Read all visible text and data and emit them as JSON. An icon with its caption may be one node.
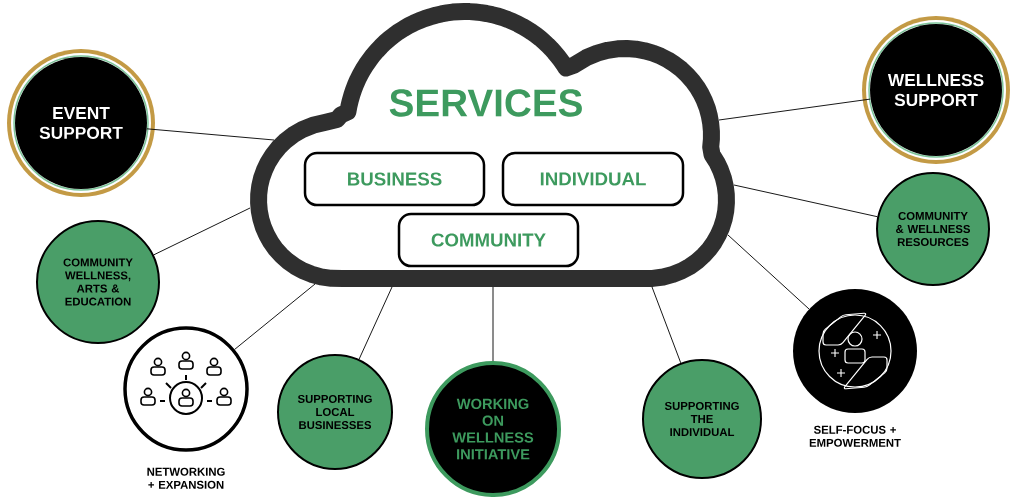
{
  "diagram": {
    "nodes": [
      {
        "text": [
          "SERVICES"
        ]
      },
      {
        "text": [
          "BUSINESS"
        ],
        "in": 0
      },
      {
        "text": [
          "INDIVIDUAL"
        ],
        "in": 0
      },
      {
        "text": [
          "COMMUNITY"
        ],
        "in": 0
      },
      {
        "text": [
          "EVENT SUPPORT"
        ]
      },
      {
        "text": [
          "COMMUNITY WELLNESS, ARTS & EDUCATION"
        ]
      },
      {
        "text": [
          "NETWORKING + EXPANSION"
        ]
      },
      {
        "text": [
          "SUPPORTING LOCAL BUSINESSES"
        ]
      },
      {
        "text": [
          "WORKING ON WELLNESS INITIATIVE"
        ]
      },
      {
        "text": [
          "SUPPORTING THE INDIVIDUAL"
        ]
      },
      {
        "text": [
          "SELF-FOCUS + EMPOWERMENT"
        ]
      },
      {
        "text": [
          "COMMUNITY & WELLNESS RESOURCES"
        ]
      },
      {
        "text": [
          "WELLNESS SUPPORT"
        ]
      }
    ],
    "edges": [
      {
        "from": 0,
        "to": 4,
        "arrow": "none"
      },
      {
        "from": 0,
        "to": 5,
        "arrow": "none"
      },
      {
        "from": 0,
        "to": 6,
        "arrow": "none"
      },
      {
        "from": 0,
        "to": 7,
        "arrow": "none"
      },
      {
        "from": 0,
        "to": 8,
        "arrow": "none"
      },
      {
        "from": 0,
        "to": 9,
        "arrow": "none"
      },
      {
        "from": 0,
        "to": 10,
        "arrow": "none"
      },
      {
        "from": 0,
        "to": 11,
        "arrow": "none"
      },
      {
        "from": 0,
        "to": 12,
        "arrow": "none"
      }
    ]
  }
}
